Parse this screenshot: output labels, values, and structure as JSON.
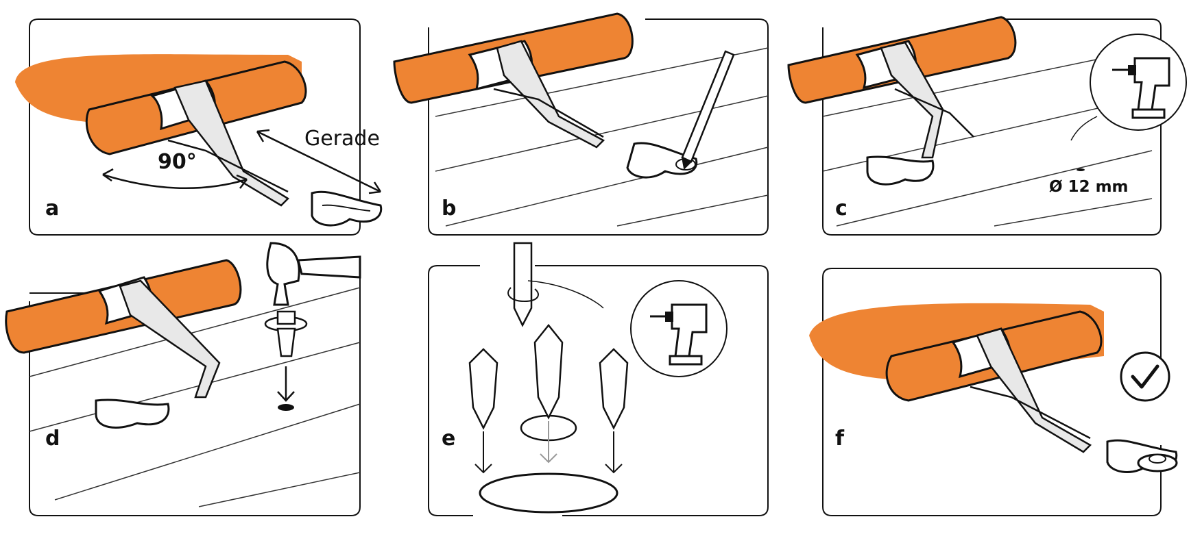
{
  "colors": {
    "pipe": "#ee8433",
    "strap": "#e8e8e8",
    "outline": "#111111",
    "board_line": "#333333"
  },
  "steps": [
    {
      "letter": "a",
      "notes": {
        "straight": "Gerade",
        "angle": "90°"
      }
    },
    {
      "letter": "b",
      "icon": "pencil-icon"
    },
    {
      "letter": "c",
      "icon": "drill-icon",
      "notes": {
        "hole_diameter": "Ø 12 mm"
      }
    },
    {
      "letter": "d",
      "icon": "hammer-icon"
    },
    {
      "letter": "e",
      "icon": "drill-icon"
    },
    {
      "letter": "f",
      "icon": "checkmark-icon"
    }
  ]
}
